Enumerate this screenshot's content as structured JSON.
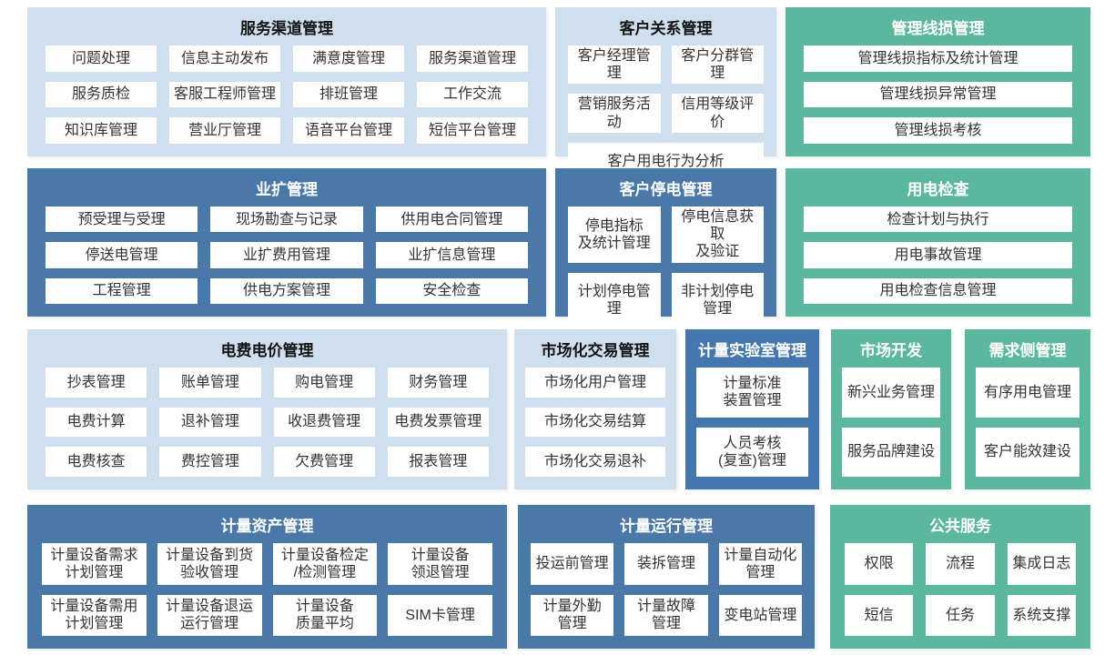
{
  "page": {
    "background": "#ffffff"
  },
  "themes": {
    "light_blue": "#d0dfee",
    "dark_blue": "#4a78a8",
    "teal_green": "#5bb79d",
    "medium_blue": "#4577af",
    "chip_background": "#ffffff",
    "chip_text": "#333333",
    "title_on_light": "#141414",
    "title_on_color": "#ffffff"
  },
  "sections": [
    {
      "id": "service-channel-mgmt",
      "title": "服务渠道管理",
      "items": [
        "问题处理",
        "信息主动发布",
        "满意度管理",
        "服务渠道管理",
        "服务质检",
        "客服工程师管理",
        "排班管理",
        "工作交流",
        "知识库管理",
        "营业厅管理",
        "语音平台管理",
        "短信平台管理"
      ]
    },
    {
      "id": "customer-relationship-mgmt",
      "title": "客户关系管理",
      "items": [
        "客户经理管理",
        "客户分群管理",
        "营销服务活动",
        "信用等级评价",
        "客户用电行为分析"
      ]
    },
    {
      "id": "line-loss-mgmt",
      "title": "管理线损管理",
      "items": [
        "管理线损指标及统计管理",
        "管理线损异常管理",
        "管理线损考核"
      ]
    },
    {
      "id": "business-expansion-mgmt",
      "title": "业扩管理",
      "items": [
        "预受理与受理",
        "现场勘查与记录",
        "供用电合同管理",
        "停送电管理",
        "业扩费用管理",
        "业扩信息管理",
        "工程管理",
        "供电方案管理",
        "安全检查"
      ]
    },
    {
      "id": "customer-outage-mgmt",
      "title": "客户停电管理",
      "items": [
        "停电指标\n及统计管理",
        "停电信息获取\n及验证",
        "计划停电管理",
        "非计划停电管理"
      ]
    },
    {
      "id": "power-use-inspection",
      "title": "用电检查",
      "items": [
        "检查计划与执行",
        "用电事故管理",
        "用电检查信息管理"
      ]
    },
    {
      "id": "electricity-fee-price-mgmt",
      "title": "电费电价管理",
      "items": [
        "抄表管理",
        "账单管理",
        "购电管理",
        "财务管理",
        "电费计算",
        "退补管理",
        "收退费管理",
        "电费发票管理",
        "电费核查",
        "费控管理",
        "欠费管理",
        "报表管理"
      ]
    },
    {
      "id": "market-trading-mgmt",
      "title": "市场化交易管理",
      "items": [
        "市场化用户管理",
        "市场化交易结算",
        "市场化交易退补"
      ]
    },
    {
      "id": "metering-lab-mgmt",
      "title": "计量实验室管理",
      "items": [
        "计量标准\n装置管理",
        "人员考核\n(复查)管理"
      ]
    },
    {
      "id": "market-development",
      "title": "市场开发",
      "items": [
        "新兴业务管理",
        "服务品牌建设"
      ]
    },
    {
      "id": "demand-side-mgmt",
      "title": "需求侧管理",
      "items": [
        "有序用电管理",
        "客户能效建设"
      ]
    },
    {
      "id": "metering-asset-mgmt",
      "title": "计量资产管理",
      "items": [
        "计量设备需求\n计划管理",
        "计量设备到货\n验收管理",
        "计量设备检定\n/检测管理",
        "计量设备\n领退管理",
        "计量设备需用\n计划管理",
        "计量设备退运\n运行管理",
        "计量设备\n质量平均",
        "SIM卡管理"
      ]
    },
    {
      "id": "metering-operation-mgmt",
      "title": "计量运行管理",
      "items": [
        "投运前管理",
        "装拆管理",
        "计量自动化\n管理",
        "计量外勤\n管理",
        "计量故障\n管理",
        "变电站管理"
      ]
    },
    {
      "id": "public-services",
      "title": "公共服务",
      "items": [
        "权限",
        "流程",
        "集成日志",
        "短信",
        "任务",
        "系统支撑"
      ]
    }
  ]
}
